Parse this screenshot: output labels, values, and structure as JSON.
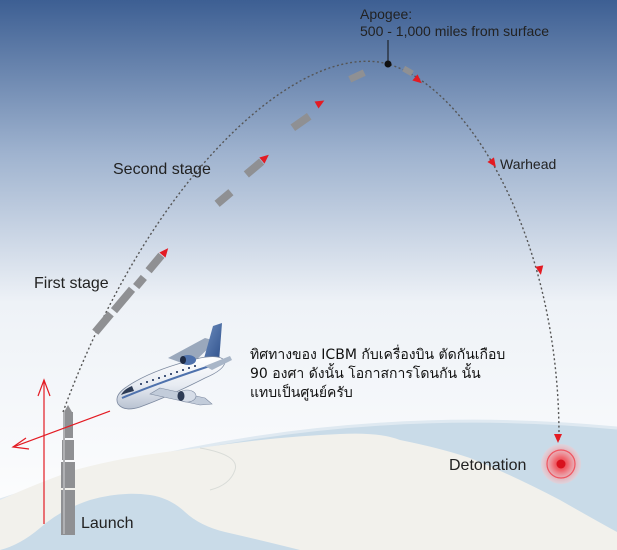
{
  "labels": {
    "apogee_title": "Apogee:",
    "apogee_detail": "500 - 1,000 miles from surface",
    "second_stage": "Second stage",
    "first_stage": "First stage",
    "warhead": "Warhead",
    "detonation": "Detonation",
    "launch": "Launch"
  },
  "note": {
    "line1": "ทิศทางของ ICBM กับเครื่องบิน  ตัดกันเกือบ",
    "line2": "90 องศา  ดังนั้น  โอกาสการโดนกัน นั้น",
    "line3": "แทบเป็นศูนย์ครับ"
  },
  "colors": {
    "sky_top": "#3d5f93",
    "sky_bottom": "#ffffff",
    "earth": "#c9dbe8",
    "land": "#f2f1ec",
    "arrow_red": "#e31b23",
    "detonation": "#e8313c",
    "rocket_gray": "#8f9093"
  },
  "icons": [
    "airplane-icon",
    "rocket-icon",
    "detonation-marker-icon"
  ]
}
